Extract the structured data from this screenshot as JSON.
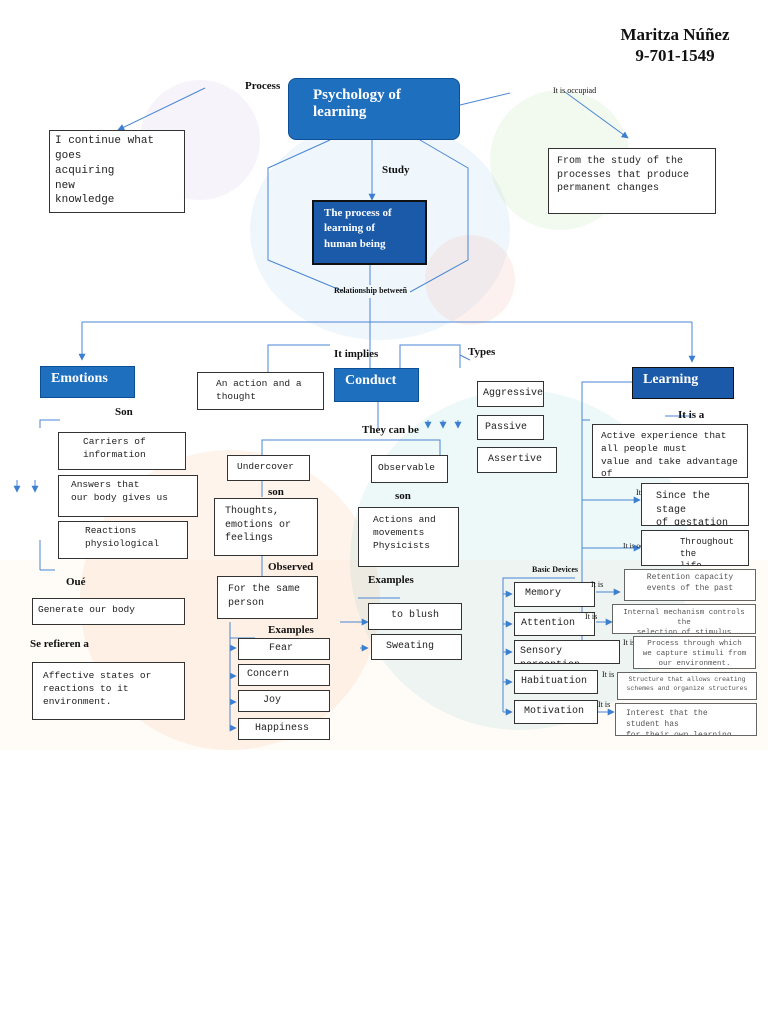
{
  "author": {
    "name": "Maritza Núñez",
    "id": "9-701-1549"
  },
  "root": "Psychology of\nlearning",
  "study_box": "The process of\nlearning of\n        human being",
  "process_box": "I continue what goes\n   acquiring\n      new\n  knowledge",
  "occupied_box": "From the study of the\nprocesses that produce\npermanent changes",
  "headers": {
    "emotions": "Emotions",
    "conduct": "Conduct",
    "learning": "Learning"
  },
  "labels": {
    "process": "Process",
    "occupied": "It is occupiad",
    "study": "Study",
    "relationship": "Relationship betweeñ",
    "implies": "It implies",
    "types": "Types",
    "son_emotions": "Son",
    "they_can_be": "They can be",
    "it_is_a": "It is a",
    "son_under": "son",
    "son_obs": "son",
    "observed": "Observed",
    "examples_obs": "Examples",
    "examples_under": "Examples",
    "que": "Oué",
    "se_refieren": "Se refieren a",
    "it_is_since": "It is",
    "it_is_occurred": "It is occurred",
    "basic_devices": "Basic Devices",
    "it_is_memory": "It is",
    "it_is_attention": "It is",
    "it_is_sensory": "It is",
    "it_is_habituation": "It is",
    "it_is_motivation": "It is"
  },
  "emotions": {
    "carriers": "Carriers of\n   information",
    "answers": "Answers that\nour body gives us",
    "reactions": "Reactions\nphysiological",
    "generate": "Generate our body",
    "affective": "Affective states or\nreactions to it\n      environment."
  },
  "conduct": {
    "action": "An action and a\nthought",
    "undercover": "Undercover",
    "observable": "Observable",
    "thoughts": "Thoughts,\n emotions or\nfeelings",
    "same_person": "For the same\n   person",
    "actions": "Actions and\nmovements\n   Physicists",
    "blush": "to blush",
    "sweating": "Sweating",
    "types": [
      "Aggressive",
      "Passive",
      "Assertive"
    ],
    "examples": [
      "Fear",
      "Concern",
      "Joy",
      "Happiness"
    ]
  },
  "learning": {
    "active": "Active experience that\nall people must\n   value and take advantage of",
    "gestation": "Since the stage\nof gestation",
    "life": "Throughout the\n    life",
    "devices": [
      {
        "name": "Memory",
        "desc": "Retention capacity\nevents of the past"
      },
      {
        "name": "Attention",
        "desc": "Internal mechanism controls the\nselection of stimulus"
      },
      {
        "name": "Sensory perception",
        "desc": "Process through which\nwe capture stimuli from\nour environment."
      },
      {
        "name": "Habituation",
        "desc": "Structure that allows creating\nschemes and organize structures"
      },
      {
        "name": "Motivation",
        "desc": "Interest that the student has\nfor their own learning"
      }
    ]
  }
}
